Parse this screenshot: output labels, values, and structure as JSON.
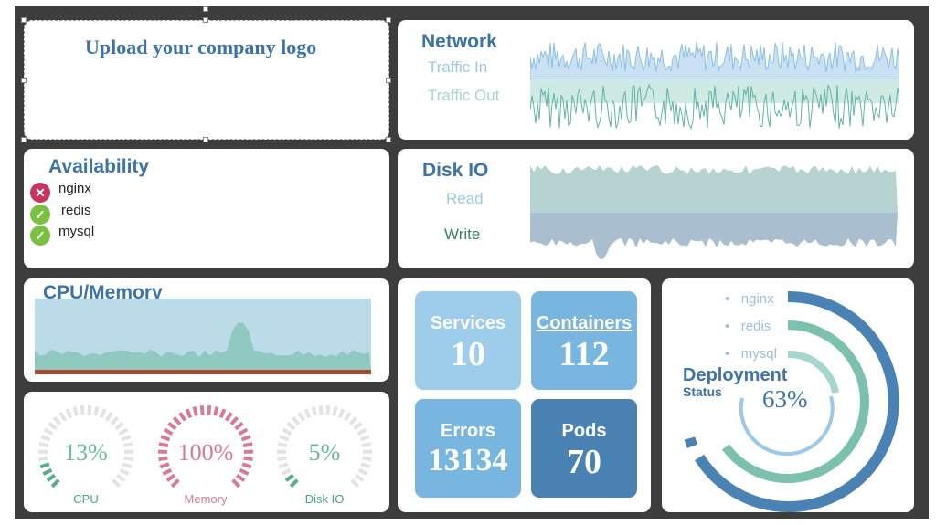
{
  "logo_panel": {
    "text": "Upload your company logo"
  },
  "network": {
    "title": "Network",
    "in_label": "Traffic In",
    "out_label": "Traffic Out"
  },
  "disk": {
    "title": "Disk IO",
    "read_label": "Read",
    "write_label": "Write"
  },
  "availability": {
    "title": "Availability",
    "items": [
      {
        "name": "nginx",
        "status": "down",
        "icon": "x-icon"
      },
      {
        "name": "redis",
        "status": "up",
        "icon": "check-icon"
      },
      {
        "name": "mysql",
        "status": "up",
        "icon": "check-icon"
      }
    ]
  },
  "cpu_memory": {
    "title": "CPU/Memory"
  },
  "gauges": [
    {
      "value": "13%",
      "label": "CPU",
      "level": 0.13,
      "color": "#5aaa90"
    },
    {
      "value": "100%",
      "label": "Memory",
      "level": 1.0,
      "color": "#d77a9a"
    },
    {
      "value": "5%",
      "label": "Disk IO",
      "level": 0.05,
      "color": "#5aaa90"
    }
  ],
  "stats": {
    "services": {
      "label": "Services",
      "value": "10"
    },
    "containers": {
      "label": "Containers",
      "value": "112"
    },
    "errors": {
      "label": "Errors",
      "value": "13134"
    },
    "pods": {
      "label": "Pods",
      "value": "70"
    }
  },
  "deployment": {
    "title": "Deployment",
    "subtitle": "Status",
    "percent": "63%",
    "legend": [
      "nginx",
      "redis",
      "mysql"
    ]
  },
  "colors": {
    "title_blue": "#3d73a6",
    "legend_blue": "#9dc0e0",
    "teal": "#7bc2b4",
    "red": "#c9355d",
    "green": "#7ac142",
    "dark_bg": "#3d3d3d"
  }
}
